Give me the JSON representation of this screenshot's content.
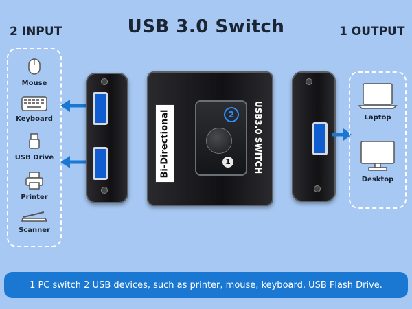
{
  "title": "USB 3.0 Switch",
  "input_label": "2 INPUT",
  "output_label": "1 OUTPUT",
  "inputs": [
    "Mouse",
    "Keyboard",
    "USB Drive",
    "Printer",
    "Scanner"
  ],
  "outputs": [
    "Laptop",
    "Desktop"
  ],
  "device": {
    "side_text": "Bi-Directional",
    "front_text": "USB3.0 SWITCH",
    "port_1": "1",
    "port_2": "2"
  },
  "banner": "1 PC switch 2 USB devices, such as printer, mouse, keyboard, USB Flash Drive.",
  "colors": {
    "background": "#a7c8f2",
    "banner": "#1a78d2",
    "arrow": "#1a78d2",
    "port": "#0f5dd1"
  }
}
